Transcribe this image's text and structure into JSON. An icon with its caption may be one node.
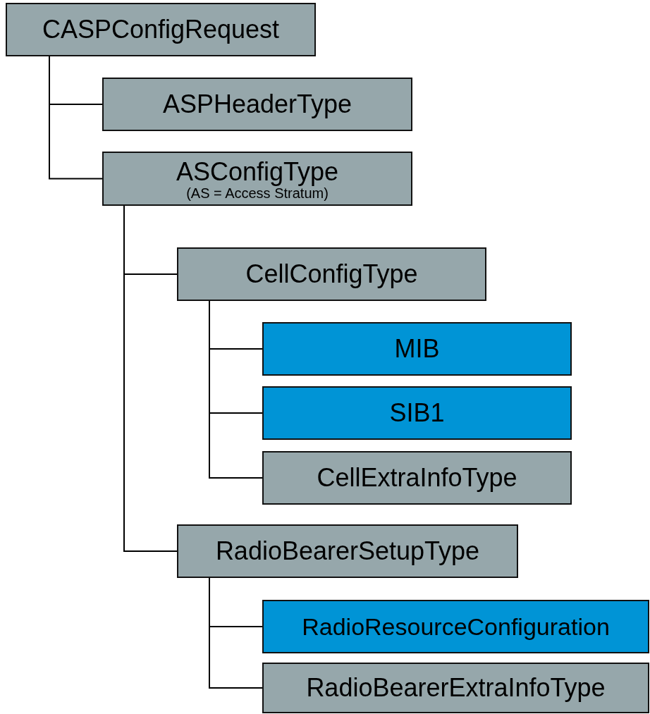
{
  "diagram": {
    "nodes": [
      {
        "text": [
          "CASPConfigRequest"
        ]
      },
      {
        "text": [
          "ASPHeaderType"
        ]
      },
      {
        "text": [
          "ASConfigType",
          "(AS = Access Stratum)"
        ]
      },
      {
        "text": [
          "CellConfigType"
        ]
      },
      {
        "text": [
          "MIB"
        ]
      },
      {
        "text": [
          "SIB1"
        ]
      },
      {
        "text": [
          "CellExtraInfoType"
        ]
      },
      {
        "text": [
          "RadioBearerSetupType"
        ]
      },
      {
        "text": [
          "RadioResourceConfiguration"
        ]
      },
      {
        "text": [
          "RadioBearerExtraInfoType"
        ]
      }
    ],
    "edges": [
      {
        "from": 0,
        "to": 1,
        "arrow": "none"
      },
      {
        "from": 0,
        "to": 2,
        "arrow": "none"
      },
      {
        "from": 2,
        "to": 3,
        "arrow": "none"
      },
      {
        "from": 2,
        "to": 7,
        "arrow": "none"
      },
      {
        "from": 3,
        "to": 4,
        "arrow": "none"
      },
      {
        "from": 3,
        "to": 5,
        "arrow": "none"
      },
      {
        "from": 3,
        "to": 6,
        "arrow": "none"
      },
      {
        "from": 7,
        "to": 8,
        "arrow": "none"
      },
      {
        "from": 7,
        "to": 9,
        "arrow": "none"
      }
    ]
  }
}
